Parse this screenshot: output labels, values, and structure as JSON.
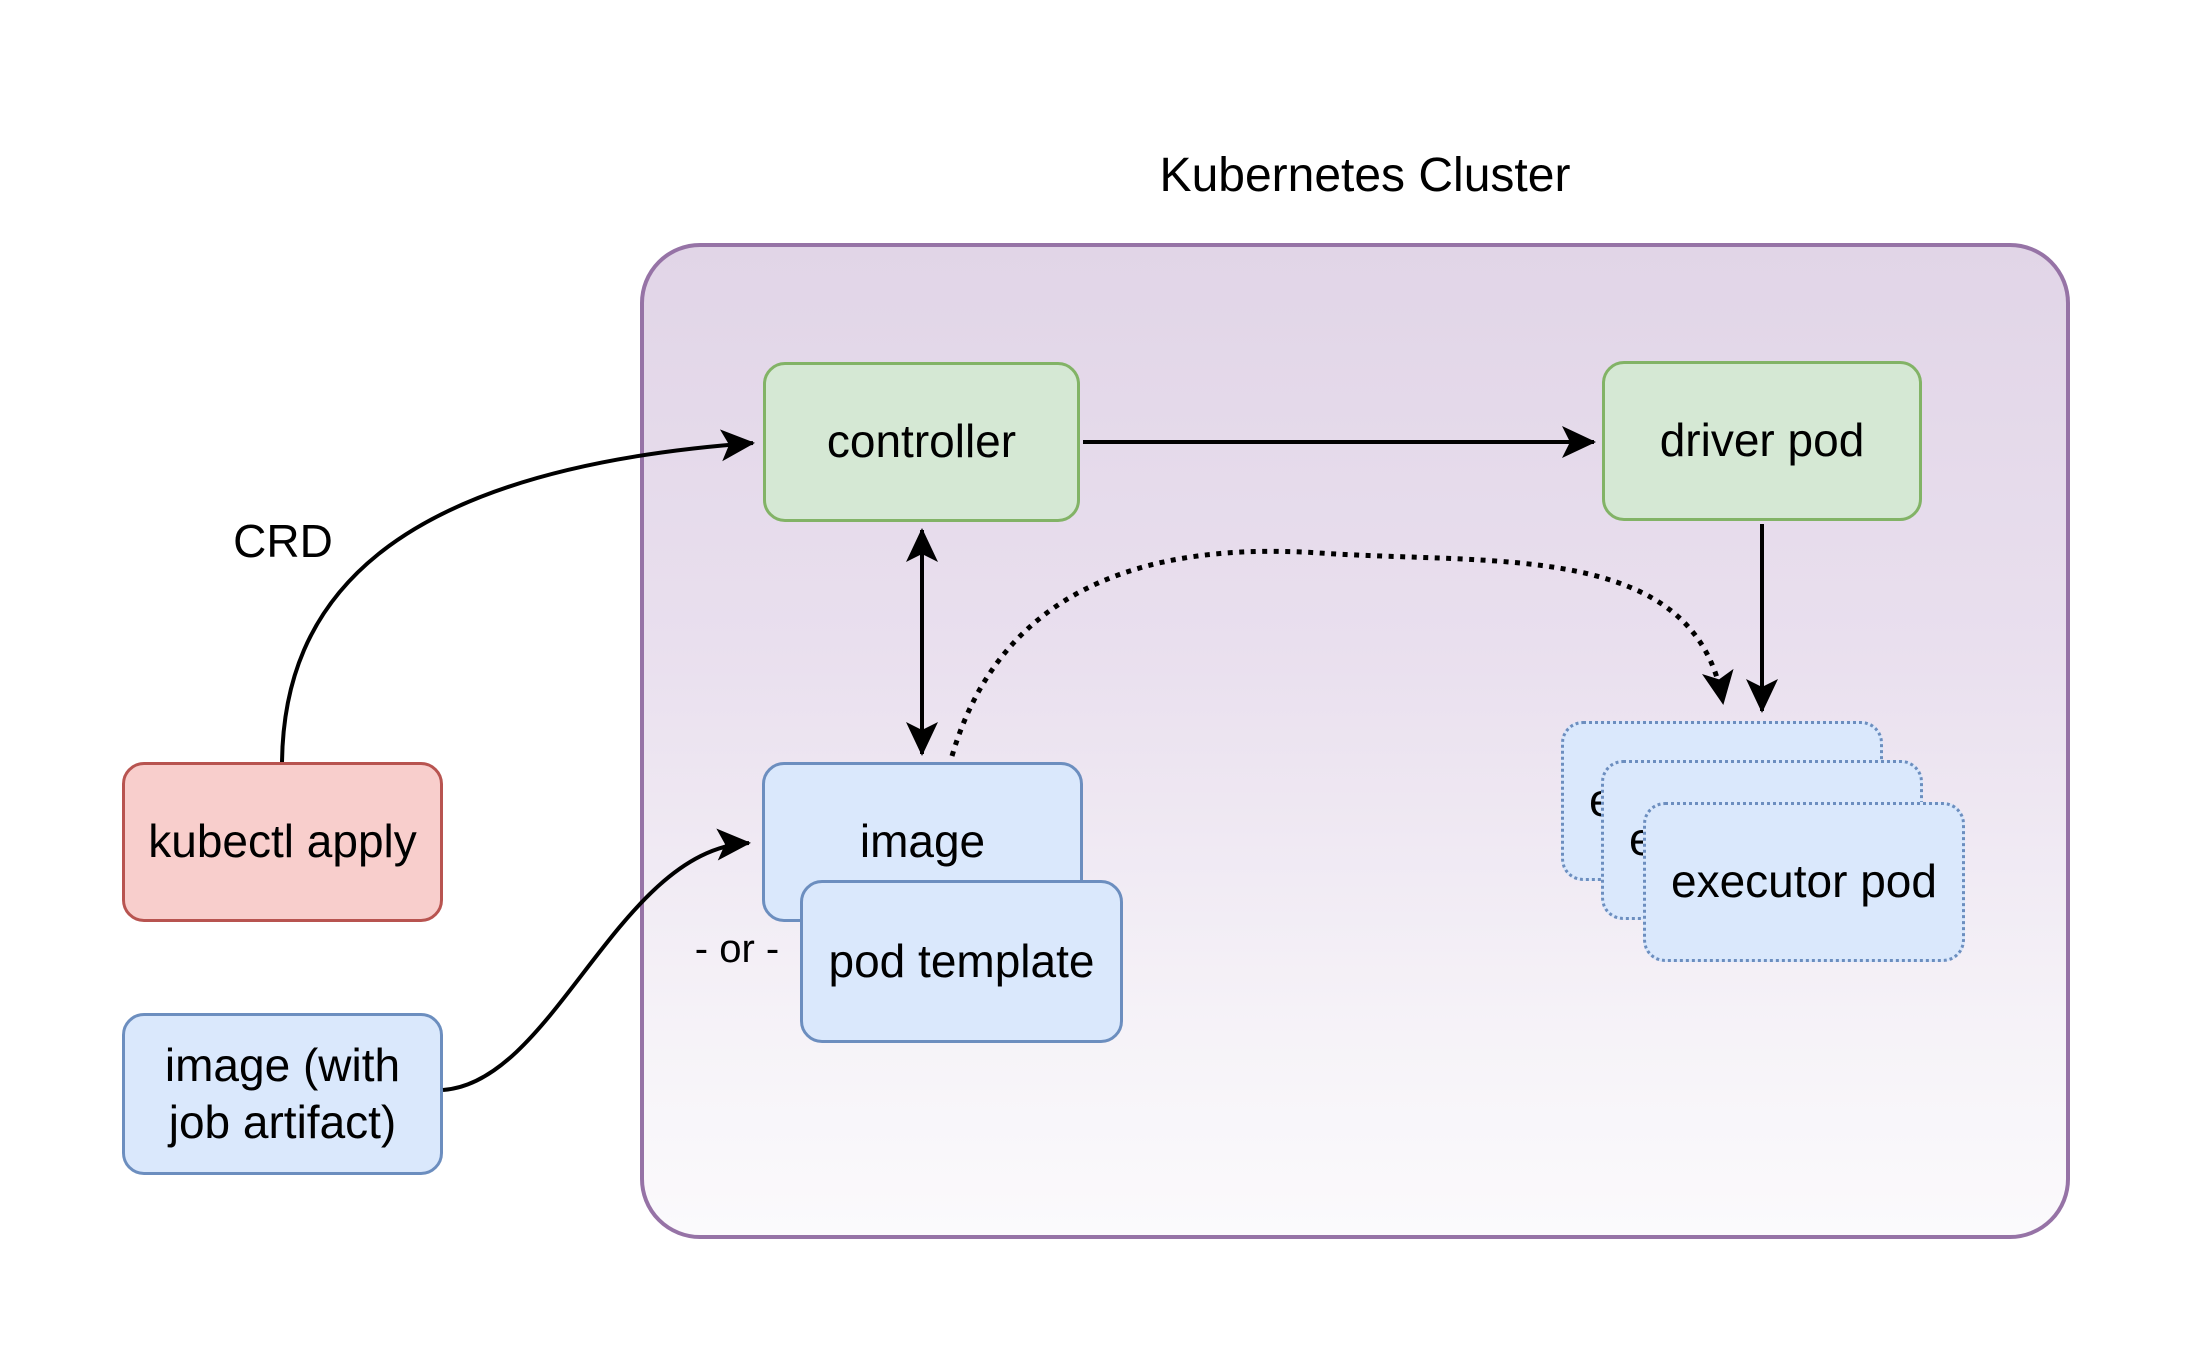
{
  "title": "Kubernetes Cluster",
  "labels": {
    "crd": "CRD",
    "or": "- or -"
  },
  "nodes": {
    "kubectl_apply": "kubectl apply",
    "image_with_artifact": "image (with\njob artifact)",
    "controller": "controller",
    "driver_pod": "driver pod",
    "image": "image",
    "pod_template": "pod template",
    "executor_pod": "executor pod"
  },
  "edges": [
    {
      "from": "kubectl apply",
      "to": "controller",
      "label": "CRD",
      "style": "solid-curve"
    },
    {
      "from": "controller",
      "to": "driver pod",
      "style": "solid"
    },
    {
      "from": "controller",
      "to": "image",
      "style": "solid-double-arrow"
    },
    {
      "from": "image (with job artifact)",
      "to": "image",
      "style": "solid-curve"
    },
    {
      "from": "driver pod",
      "to": "executor pod",
      "style": "solid"
    },
    {
      "from": "image",
      "to": "executor pod",
      "style": "dotted-curve"
    }
  ],
  "colors": {
    "green_fill": "#d5e8d4",
    "green_stroke": "#82b366",
    "blue_fill": "#dae8fc",
    "blue_stroke": "#6c8ebf",
    "red_fill": "#f8cecc",
    "red_stroke": "#b85450",
    "cluster_stroke": "#9673a6",
    "cluster_fill_top": "#e1d5e7",
    "cluster_fill_bottom": "#fbfafc",
    "edge_color": "#000000",
    "text_color": "#000000"
  }
}
